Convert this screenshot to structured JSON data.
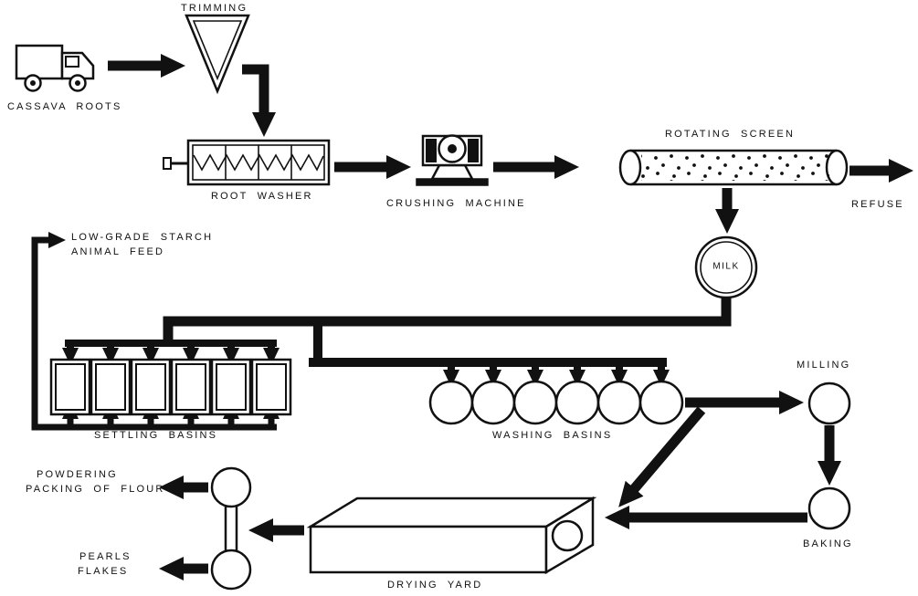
{
  "nodes": {
    "cassava_roots": "CASSAVA ROOTS",
    "trimming": "TRIMMING",
    "root_washer": "ROOT WASHER",
    "crushing_machine": "CRUSHING MACHINE",
    "rotating_screen": "ROTATING SCREEN",
    "refuse": "REFUSE",
    "milk": "MILK",
    "low_grade_starch": "LOW-GRADE STARCH",
    "animal_feed": "ANIMAL FEED",
    "settling_basins": "SETTLING BASINS",
    "washing_basins": "WASHING BASINS",
    "milling": "MILLING",
    "baking": "BAKING",
    "drying_yard": "DRYING YARD",
    "powdering": "POWDERING",
    "packing_of_flour": "PACKING OF FLOUR",
    "pearls": "PEARLS",
    "flakes": "FLAKES"
  },
  "flows": [
    [
      "cassava_roots",
      "trimming"
    ],
    [
      "trimming",
      "root_washer"
    ],
    [
      "root_washer",
      "crushing_machine"
    ],
    [
      "crushing_machine",
      "rotating_screen"
    ],
    [
      "rotating_screen",
      "refuse"
    ],
    [
      "rotating_screen",
      "milk"
    ],
    [
      "milk",
      "settling_basins"
    ],
    [
      "milk",
      "washing_basins"
    ],
    [
      "settling_basins",
      "low_grade_starch_animal_feed"
    ],
    [
      "washing_basins",
      "milling"
    ],
    [
      "washing_basins",
      "drying_yard"
    ],
    [
      "milling",
      "baking"
    ],
    [
      "baking",
      "drying_yard"
    ],
    [
      "drying_yard",
      "unlabeled_drum_unit"
    ],
    [
      "unlabeled_drum_unit",
      "powdering_packing_of_flour"
    ],
    [
      "unlabeled_drum_unit",
      "pearls_flakes"
    ]
  ],
  "colors": {
    "ink": "#111111",
    "background": "#ffffff"
  }
}
